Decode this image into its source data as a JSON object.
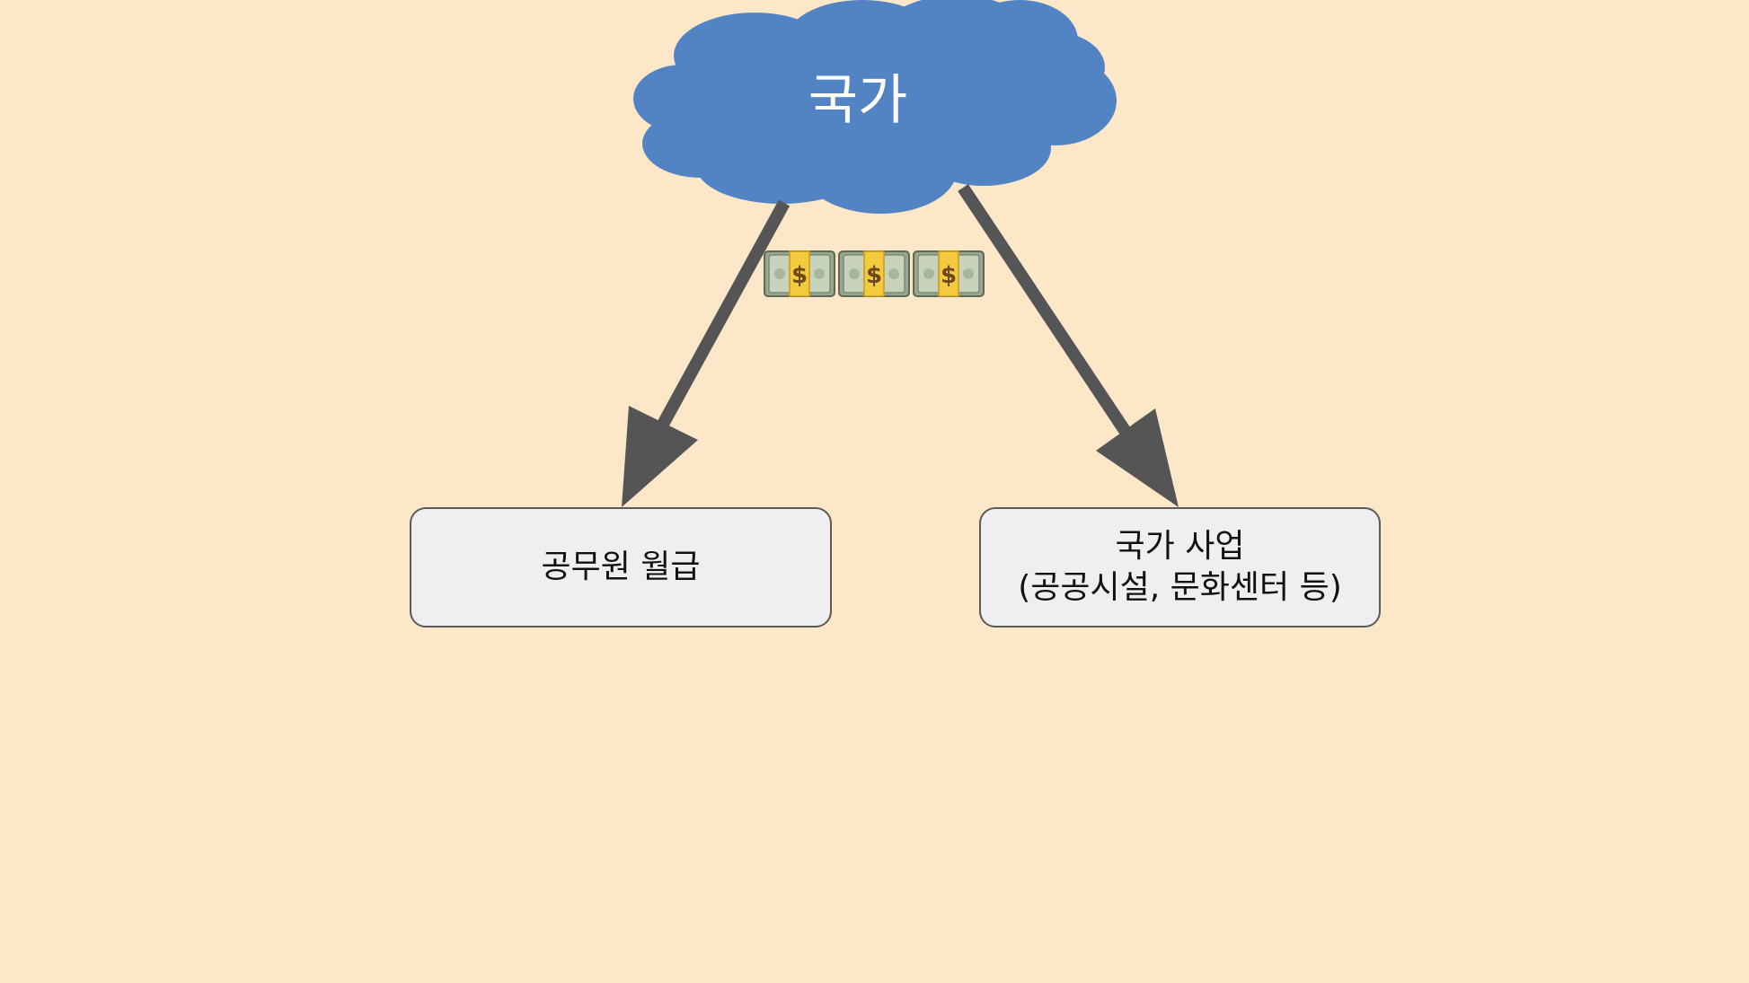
{
  "cloud": {
    "label": "국가",
    "color": "#5284c4",
    "text_color": "#ffffff"
  },
  "money": {
    "icon": "money-bundle-icon",
    "symbol": "$",
    "count": 3
  },
  "arrows": {
    "color": "#555555"
  },
  "boxes": {
    "left": {
      "label": "공무원 월급"
    },
    "right": {
      "line1": "국가 사업",
      "line2": "(공공시설, 문화센터 등)"
    }
  },
  "colors": {
    "background": "#fce8c9",
    "box_fill": "#efefef",
    "box_border": "#5a5a5a"
  }
}
